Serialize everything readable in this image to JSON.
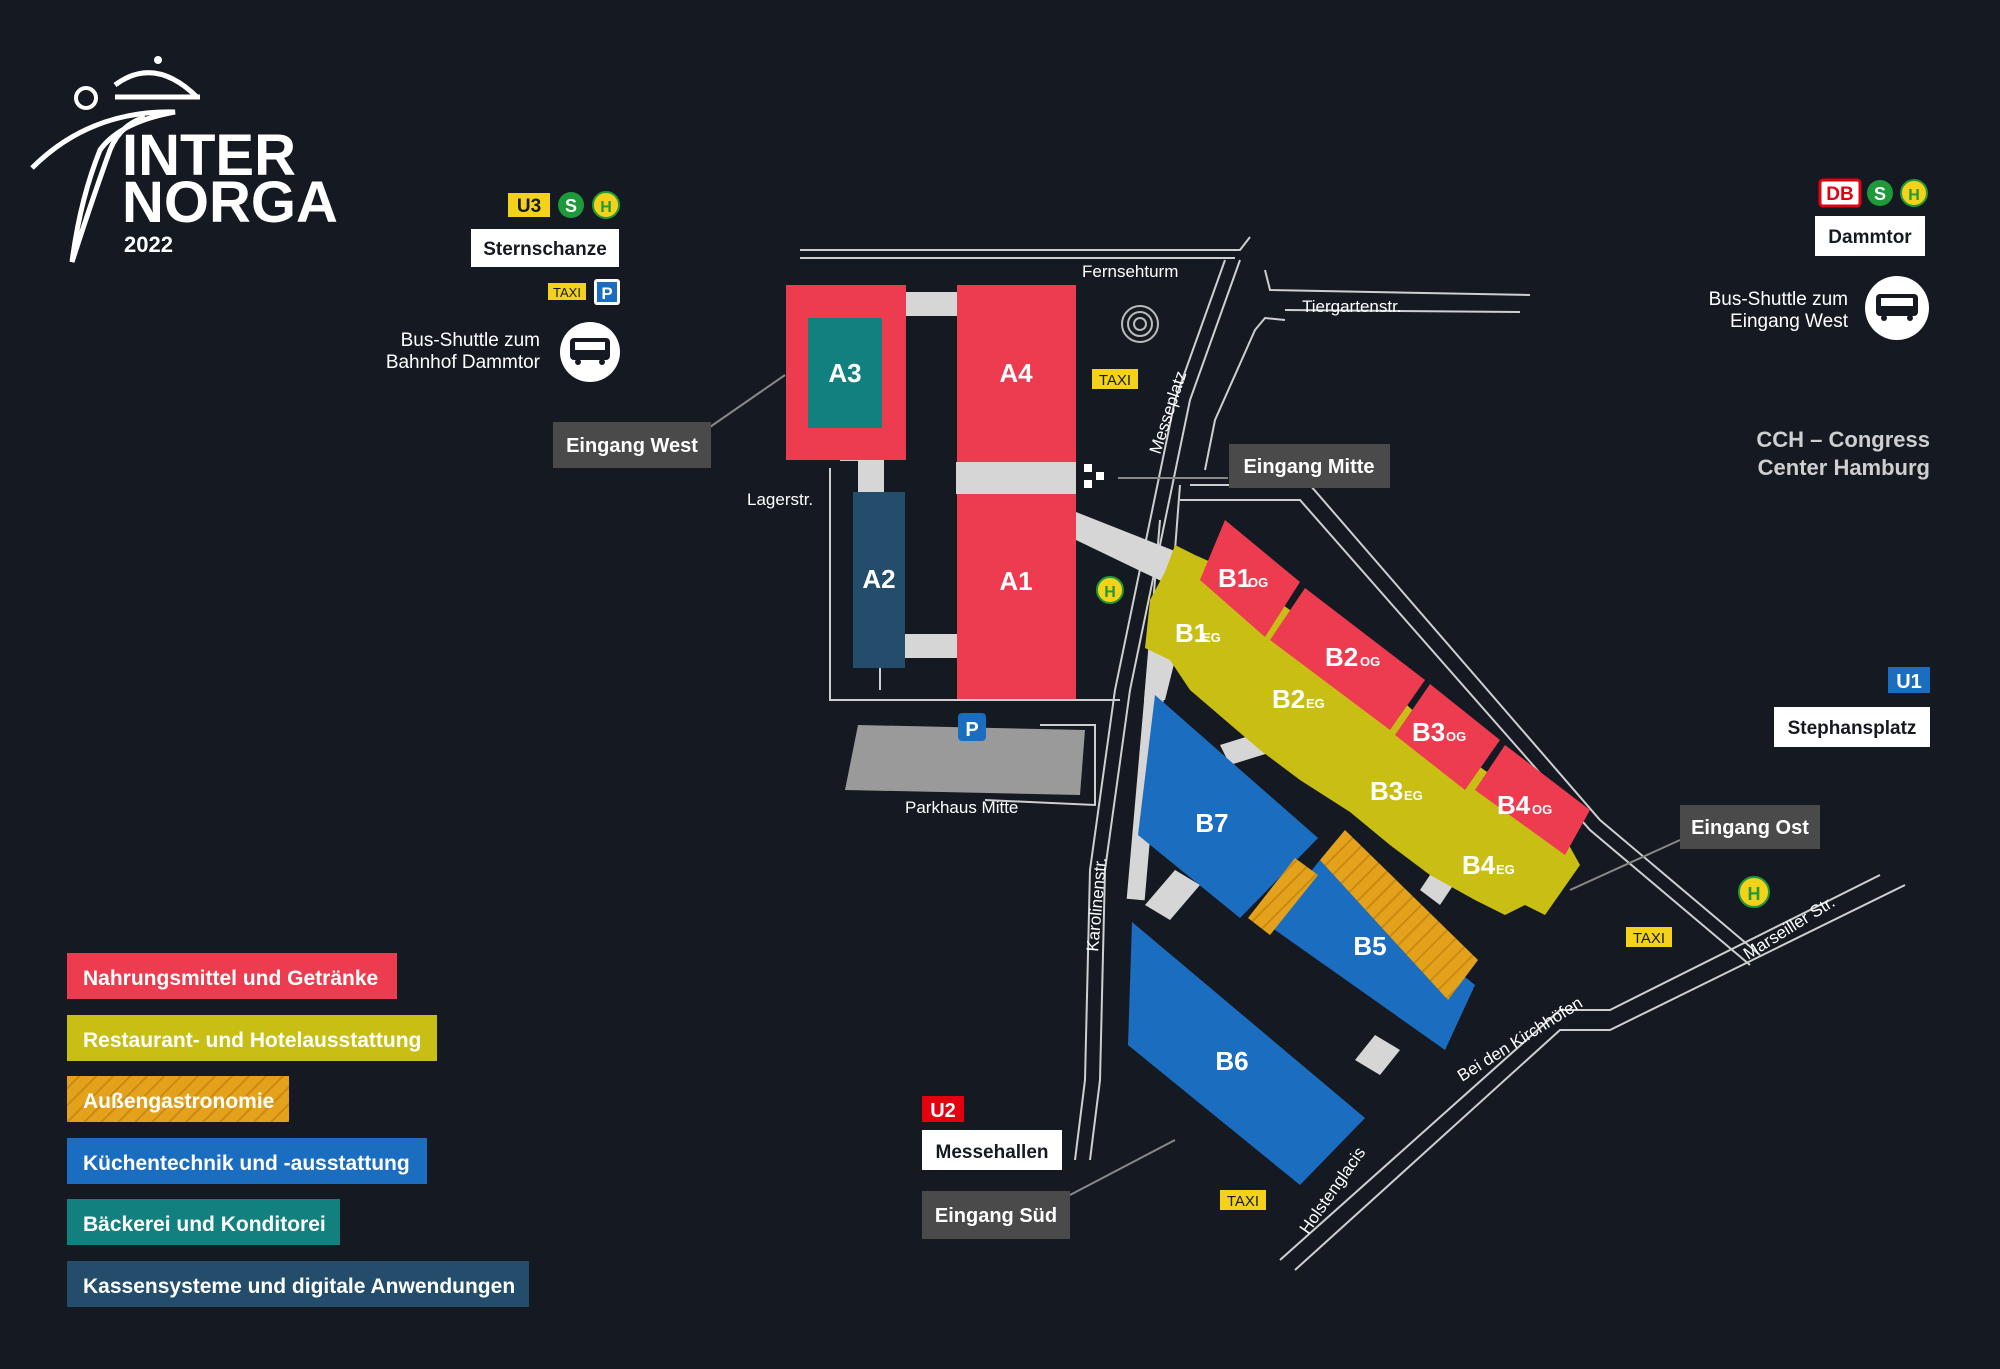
{
  "logo": {
    "line1": "INTER",
    "line2": "NORGA",
    "year": "2022"
  },
  "colors": {
    "background": "#151a22",
    "food": "#ed3b50",
    "restaurant": "#c9bf14",
    "outdoor": "#e4a21c",
    "kitchen": "#1b6dc0",
    "bakery": "#138080",
    "pos": "#234d6b",
    "walkway": "#d6d6d6",
    "parking_garage": "#9a9a9a",
    "taxi": "#f5d21a",
    "ubahn_u1": "#1b6dc0",
    "ubahn_u2": "#e3000f",
    "ubahn_u3": "#f5d21a",
    "sbahn": "#1e9a3a",
    "db": "#e3000f"
  },
  "halls": {
    "A1": "A1",
    "A2": "A2",
    "A3": "A3",
    "A4": "A4",
    "B1og": "B1",
    "B1eg": "B1",
    "B2og": "B2",
    "B2eg": "B2",
    "B3og": "B3",
    "B3eg": "B3",
    "B4og": "B4",
    "B4eg": "B4",
    "B5": "B5",
    "B6": "B6",
    "B7": "B7",
    "og": "OG",
    "eg": "EG"
  },
  "streets": {
    "fernsehturm": "Fernsehturm",
    "tiergartenstr": "Tiergartenstr.",
    "messeplatz": "Messeplatz",
    "lagerstr": "Lagerstr.",
    "parkhaus_mitte": "Parkhaus Mitte",
    "karolinenstr": "Karolinenstr.",
    "bei_den_kirchhoefen": "Bei den Kirchhöfen",
    "marseiller_str": "Marseiller Str.",
    "holstenglacis": "Holstenglacis"
  },
  "stations": {
    "sternschanze": "Sternschanze",
    "dammtor": "Dammtor",
    "stephansplatz": "Stephansplatz",
    "messehallen": "Messehallen",
    "u3": "U3",
    "u1": "U1",
    "u2": "U2",
    "s": "S",
    "h": "H",
    "db": "DB",
    "p": "P",
    "taxi": "TAXI"
  },
  "entrances": {
    "west": "Eingang West",
    "mitte": "Eingang Mitte",
    "ost": "Eingang Ost",
    "sued": "Eingang Süd"
  },
  "shuttle_left": {
    "line1": "Bus-Shuttle zum",
    "line2": "Bahnhof Dammtor"
  },
  "shuttle_right": {
    "line1": "Bus-Shuttle zum",
    "line2": "Eingang West"
  },
  "cch": {
    "line1": "CCH – Congress",
    "line2": "Center Hamburg"
  },
  "legend": [
    {
      "label": "Nahrungsmittel und Getränke",
      "color": "#ed3b50"
    },
    {
      "label": "Restaurant- und Hotelausstattung",
      "color": "#c9bf14"
    },
    {
      "label": "Außengastronomie",
      "color": "#e4a21c"
    },
    {
      "label": "Küchentechnik und -ausstattung",
      "color": "#1b6dc0"
    },
    {
      "label": "Bäckerei und Konditorei",
      "color": "#138080"
    },
    {
      "label": "Kassensysteme und digitale Anwendungen",
      "color": "#234d6b"
    }
  ]
}
